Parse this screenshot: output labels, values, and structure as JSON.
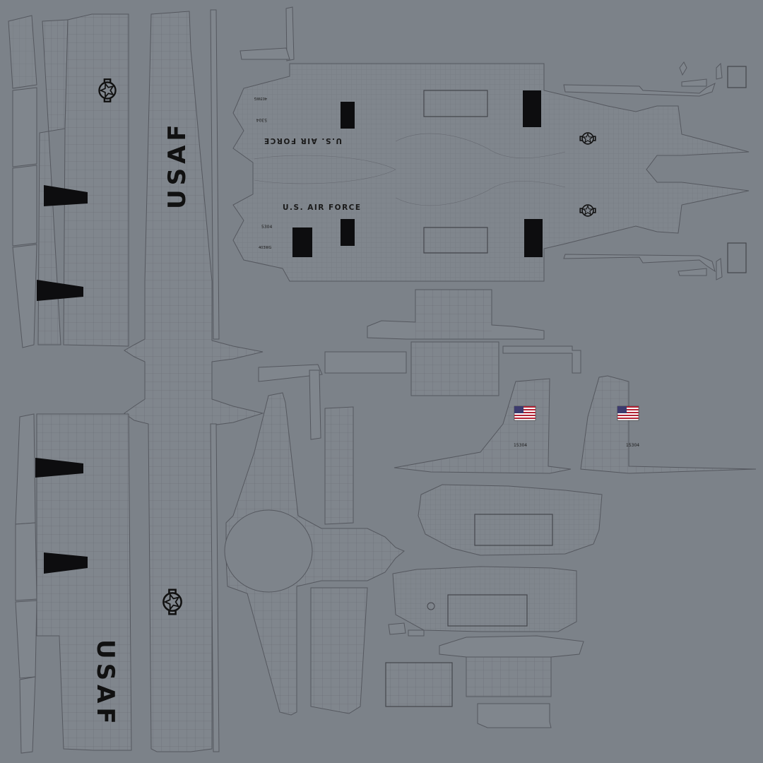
{
  "texture": {
    "background_color": "#7c8289",
    "wireframe_color": "#5d6068",
    "marking_color": "#111111"
  },
  "markings": {
    "wing_top_label": "USAF",
    "wing_bottom_label": "USAF",
    "fuselage_label_upper": "U.S. AIR FORCE",
    "fuselage_label_lower": "U.S. AIR FORCE",
    "serial_fuselage_upper": "5304",
    "serial_fuselage_lower": "5304",
    "code_fuselage_upper": "403WG",
    "code_fuselage_lower": "403WG",
    "tail_serial_left": "15304",
    "tail_serial_right": "15304"
  },
  "icons": {
    "insignia": "us-roundel-star-and-bar",
    "flag": "us-flag"
  },
  "colors": {
    "flag_red": "#b22234",
    "flag_white": "#ffffff",
    "flag_blue": "#3c3b6e"
  }
}
